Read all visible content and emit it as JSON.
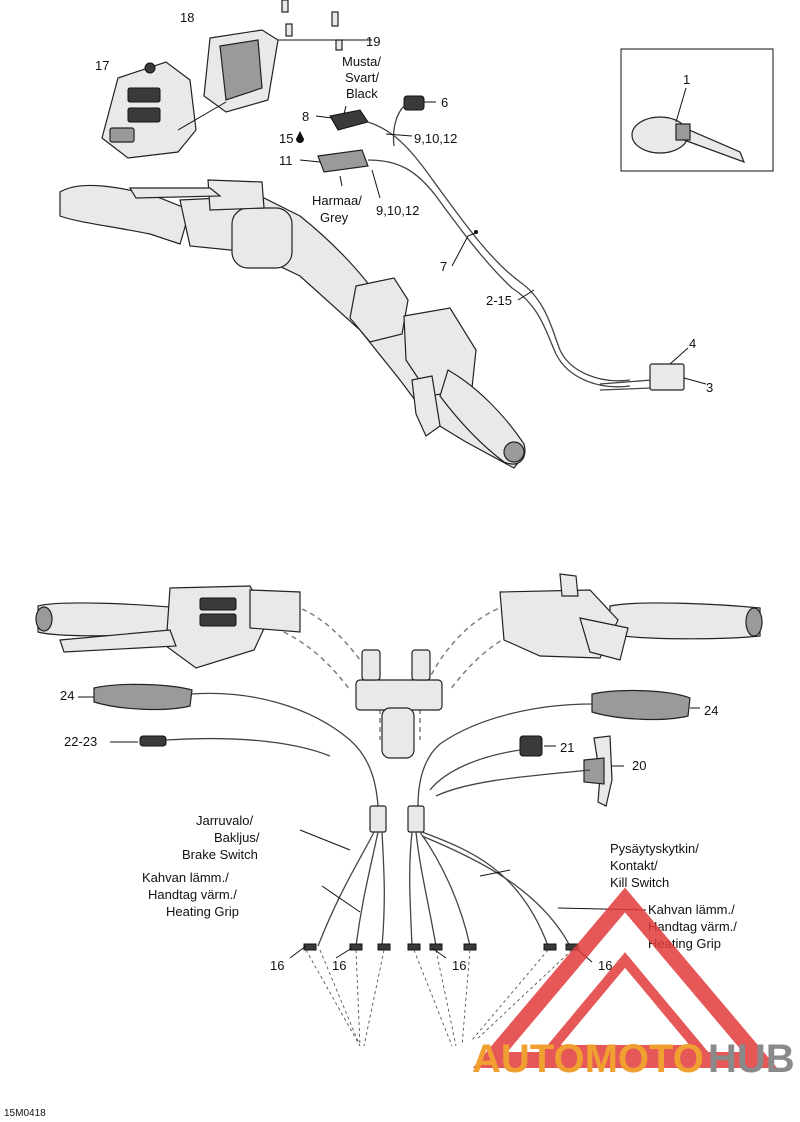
{
  "diagram": {
    "code": "15M0418",
    "labels": {
      "n1": "1",
      "n17": "17",
      "n18": "18",
      "n19": "19",
      "n6": "6",
      "n8": "8",
      "n15": "15",
      "n11": "11",
      "n9_10_12_a": "9,10,12",
      "n9_10_12_b": "9,10,12",
      "n7": "7",
      "n2_15": "2-15",
      "n4": "4",
      "n3": "3",
      "n24_left": "24",
      "n24_right": "24",
      "n22_23": "22-23",
      "n21": "21",
      "n20": "20",
      "n16_a": "16",
      "n16_b": "16",
      "n16_c": "16",
      "n16_d": "16"
    },
    "black_wire": [
      "Musta/",
      "Svart/",
      "Black"
    ],
    "grey_wire": [
      "Harmaa/",
      "Grey"
    ],
    "brake_switch": [
      "Jarruvalo/",
      "Bakljus/",
      "Brake Switch"
    ],
    "heating_grip_left": [
      "Kahvan lämm./",
      "Handtag värm./",
      "Heating Grip"
    ],
    "kill_switch": [
      "Pysäytyskytkin/",
      "Kontakt/",
      "Kill Switch"
    ],
    "heating_grip_right": [
      "Kahvan lämm./",
      "Handtag värm./",
      "Heating Grip"
    ]
  },
  "watermark": {
    "text_colored": "AUTOMOTO",
    "text_grey": "HUB",
    "color_red": "#e23a3a",
    "color_orange": "#f0a030",
    "color_grey": "#8a8a8a"
  }
}
